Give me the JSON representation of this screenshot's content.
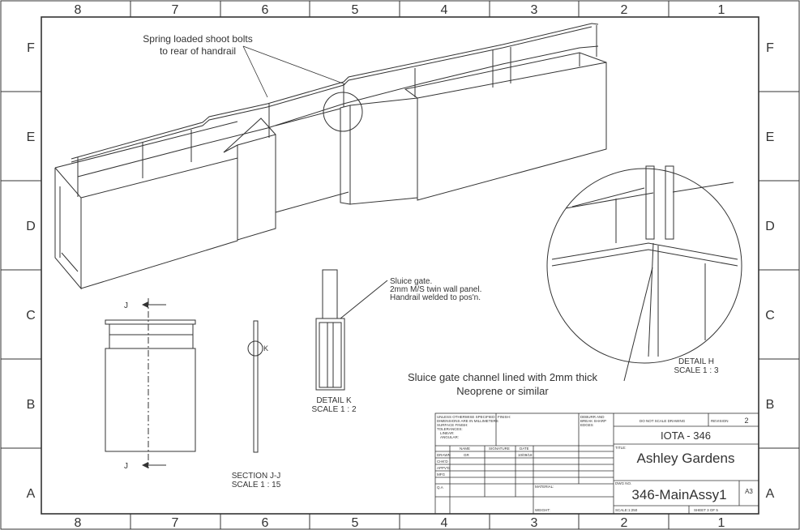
{
  "border": {
    "columns": [
      "8",
      "7",
      "6",
      "5",
      "4",
      "3",
      "2",
      "1"
    ],
    "rows": [
      "F",
      "E",
      "D",
      "C",
      "B",
      "A"
    ]
  },
  "callouts": {
    "shoot_bolts": [
      "Spring loaded shoot bolts",
      "to rear of handrail"
    ],
    "sluice_gate": [
      "Sluice gate.",
      "2mm M/S twin wall panel.",
      "Handrail welded to pos'n."
    ],
    "channel": [
      "Sluice gate channel lined with 2mm thick",
      "Neoprene or similar"
    ]
  },
  "views": {
    "detail_k": {
      "title": "DETAIL K",
      "scale": "SCALE 1 : 2"
    },
    "detail_h": {
      "title": "DETAIL H",
      "scale": "SCALE 1 : 3"
    },
    "section_jj": {
      "title": "SECTION J-J",
      "scale": "SCALE 1 : 15"
    },
    "section_marker": "J",
    "detail_k_marker": "K"
  },
  "title_block": {
    "notes": [
      "UNLESS OTHERWISE SPECIFIED:",
      "DIMENSIONS ARE IN MILLIMETERS",
      "SURFACE FINISH:",
      "TOLERANCES:",
      "LINEAR:",
      "ANGULAR:"
    ],
    "finish_label": "FINISH:",
    "deburr": [
      "DEBURR AND",
      "BREAK SHARP",
      "EDGES"
    ],
    "do_not_scale": "DO NOT SCALE DRAWING",
    "revision_label": "REVISION",
    "revision": "2",
    "project": "IOTA - 346",
    "title_label": "TITLE:",
    "title": "Ashley Gardens",
    "dwg_label": "DWG NO.",
    "dwg_no": "346-MainAssy1",
    "size": "A3",
    "material_label": "MATERIAL:",
    "weight_label": "WEIGHT:",
    "scale": "SCALE:1:250",
    "sheet": "SHEET 3 OF 5",
    "columns": [
      "NAME",
      "SIGNATURE",
      "DATE"
    ],
    "rows": [
      {
        "label": "DRAWN",
        "name": "GR",
        "date": "10/09/18"
      },
      {
        "label": "CHK'D",
        "name": "",
        "date": ""
      },
      {
        "label": "APPV'D",
        "name": "",
        "date": ""
      },
      {
        "label": "MFG",
        "name": "",
        "date": ""
      },
      {
        "label": "Q.A",
        "name": "",
        "date": ""
      }
    ]
  }
}
